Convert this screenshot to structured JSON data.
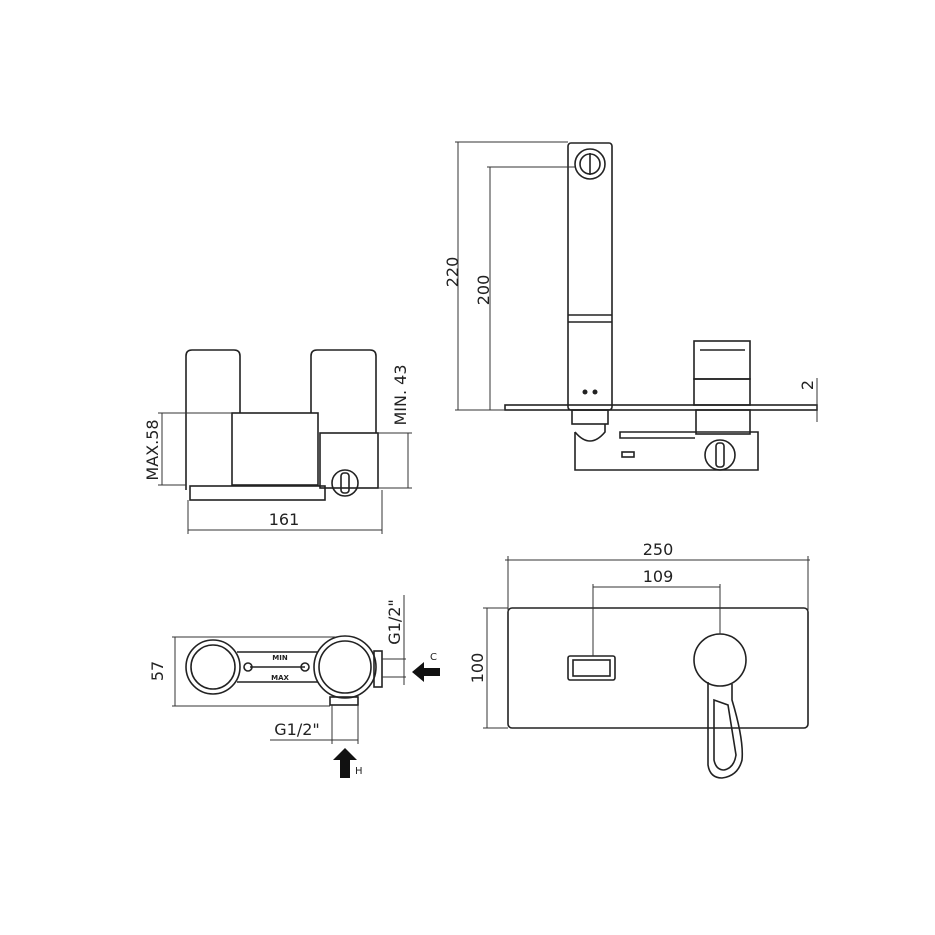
{
  "side_view": {
    "dim_total_height": "220",
    "dim_spout_height": "200",
    "dim_plate_thickness": "2"
  },
  "top_left_view": {
    "dim_max_depth": "MAX.58",
    "dim_min_depth": "MIN. 43",
    "dim_width": "161"
  },
  "plan_view": {
    "dim_depth": "57",
    "inlet_right_size": "G1/2\"",
    "inlet_bottom_size": "G1/2\"",
    "cold_label": "C",
    "hot_label": "H",
    "min_mark": "MIN",
    "max_mark": "MAX"
  },
  "front_view": {
    "dim_plate_width": "250",
    "dim_centers": "109",
    "dim_plate_height": "100"
  }
}
